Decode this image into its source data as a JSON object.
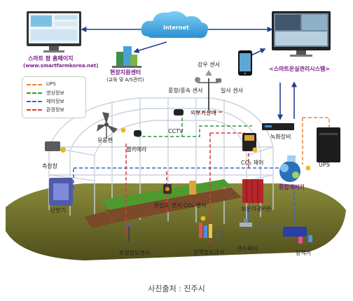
{
  "nodes": {
    "homepage_title": "스마트 팜 홈페이지",
    "homepage_url": "(www.smartfarmkorea.net)",
    "internet": "Internet",
    "support_center": "현장지원센터",
    "support_center_sub": "(교육 및 A/S관리)",
    "greenhouse_system": "<스마트온실관리시스템>",
    "rain_sensor": "강우 센서",
    "wind_sensor": "풍향/풍속 센서",
    "solar_sensor": "일사 센서",
    "weather_station": "외부기상대",
    "ventilation_fan": "유동팬",
    "cctv": "CCTV",
    "web_camera": "웹카메라",
    "recording_device": "녹화장비",
    "co2_control": "CO₂ 제어",
    "ups": "UPS",
    "side_window": "측창창",
    "integrated_controller": "통합제어기",
    "heater": "난방기",
    "temp_humidity_sensor": "온습도 센서",
    "co2_sensor": "CO₂ 센서",
    "thermal_curtain": "보온차광커튼",
    "soil_sensor": "토양정보센서",
    "nutrient_sensor": "양액정보센서",
    "irrigation_control": "관수제어",
    "nutrient_machine": "양액기"
  },
  "legend": [
    {
      "name": "UPS",
      "color": "#e8862a"
    },
    {
      "name": "영상정보",
      "color": "#2e9a3a"
    },
    {
      "name": "제어정보",
      "color": "#2e6bc4"
    },
    {
      "name": "환경정보",
      "color": "#d63a3a"
    }
  ],
  "colors": {
    "internet_cloud": "#3ba7e0",
    "network_line": "#1f3f8f",
    "ground": "#6b6a2c",
    "label_purple": "#7a1f8a"
  },
  "caption": "사진출처 : 진주시"
}
